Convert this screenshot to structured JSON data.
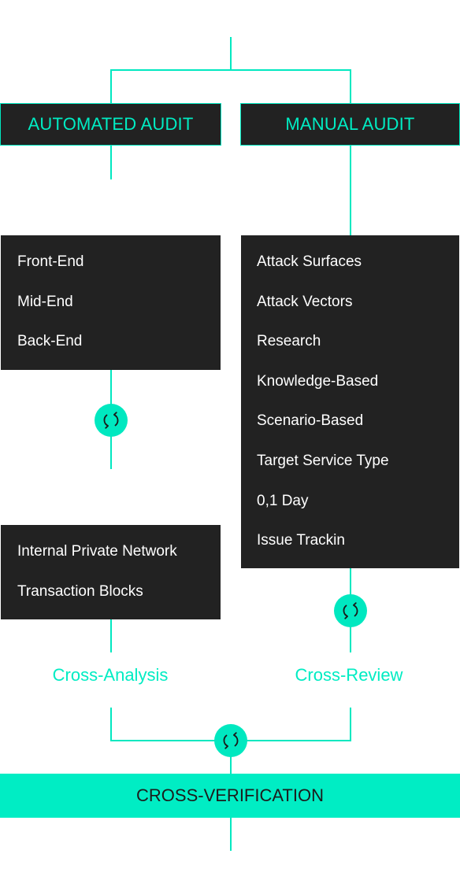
{
  "automated_audit": {
    "title": "AUTOMATED AUDIT",
    "group_one": [
      "Front-End",
      "Mid-End",
      "Back-End"
    ],
    "group_two": [
      "Internal Private Network",
      "Transaction Blocks"
    ],
    "result": "Cross-Analysis"
  },
  "manual_audit": {
    "title": "MANUAL AUDIT",
    "items": [
      "Attack Surfaces",
      "Attack Vectors",
      "Research",
      "Knowledge-Based",
      "Scenario-Based",
      "Target Service Type",
      "0,1 Day",
      "Issue Trackin"
    ],
    "result": "Cross-Review"
  },
  "final": {
    "label": "CROSS-VERIFICATION"
  },
  "icons": {
    "sync": "refresh-cycle-icon"
  },
  "colors": {
    "accent": "#00e8c0",
    "box": "#222222",
    "box_text": "#ffffff",
    "final_bar": "#00edc4",
    "final_text": "#1c1c1c"
  }
}
